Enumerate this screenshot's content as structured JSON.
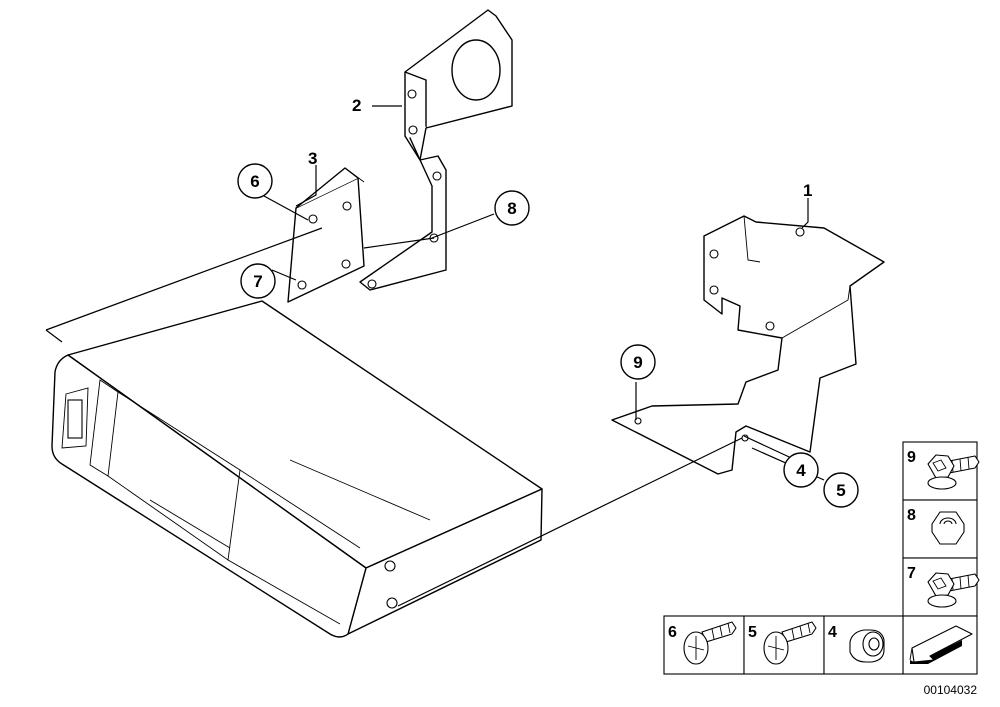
{
  "diagram": {
    "part_labels": [
      "1",
      "2",
      "3"
    ],
    "callouts": [
      "6",
      "7",
      "8",
      "9",
      "4",
      "5"
    ],
    "legend": [
      {
        "number": "9",
        "icon": "flange-bolt-icon"
      },
      {
        "number": "8",
        "icon": "hex-nut-icon"
      },
      {
        "number": "7",
        "icon": "flange-bolt-icon"
      },
      {
        "number": "6",
        "icon": "pan-screw-icon"
      },
      {
        "number": "5",
        "icon": "pan-screw-icon"
      },
      {
        "number": "4",
        "icon": "grommet-icon"
      }
    ],
    "doc_number": "00104032"
  }
}
